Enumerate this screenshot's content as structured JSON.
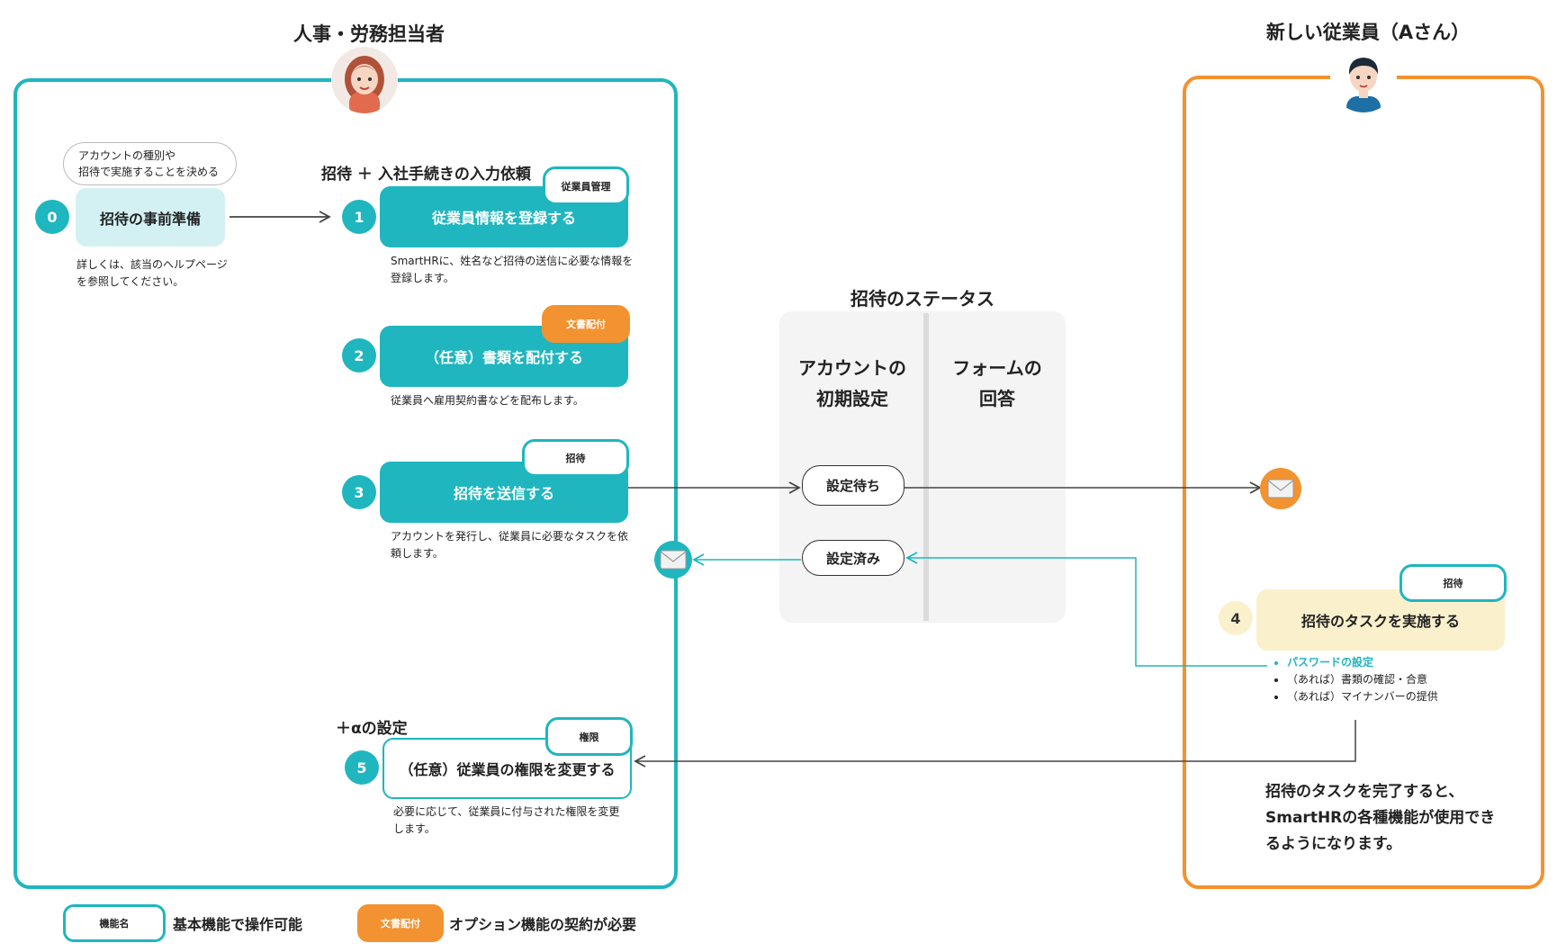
{
  "hr": {
    "title": "人事・労務担当者",
    "prep": {
      "number": "0",
      "bubble_line1": "アカウントの種別や",
      "bubble_line2": "招待で実施することを決める",
      "label": "招待の事前準備",
      "desc_line1": "詳しくは、該当のヘルプページ",
      "desc_line2": "を参照してください。"
    },
    "section1_title": "招待 ＋ 入社手続きの入力依頼",
    "steps": [
      {
        "number": "1",
        "label": "従業員情報を登録する",
        "tag": "従業員管理",
        "desc_line1": "SmartHRに、姓名など招待の送信に必要な情報を",
        "desc_line2": "登録します。"
      },
      {
        "number": "2",
        "label": "（任意）書類を配付する",
        "tag": "文書配付",
        "desc_line1": "従業員へ雇用契約書などを配布します。",
        "desc_line2": ""
      },
      {
        "number": "3",
        "label": "招待を送信する",
        "tag": "招待",
        "desc_line1": "アカウントを発行し、従業員に必要なタスクを依",
        "desc_line2": "頼します。"
      }
    ],
    "section2_title": "＋αの設定",
    "step5": {
      "number": "5",
      "label": "（任意）従業員の権限を変更する",
      "tag": "権限",
      "desc_line1": "必要に応じて、従業員に付与された権限を変更",
      "desc_line2": "します。"
    }
  },
  "status": {
    "title": "招待のステータス",
    "col1_line1": "アカウントの",
    "col1_line2": "初期設定",
    "col2_line1": "フォームの",
    "col2_line2": "回答",
    "pending": "設定待ち",
    "done": "設定済み"
  },
  "employee": {
    "title": "新しい従業員（Aさん）",
    "task": {
      "number": "4",
      "label": "招待のタスクを実施する",
      "tag": "招待"
    },
    "task_items": [
      "パスワードの設定",
      "（あれば）書類の確認・合意",
      "（あれば）マイナンバーの提供"
    ],
    "completion_line1": "招待のタスクを完了すると、",
    "completion_line2": "SmartHRの各種機能が使用でき",
    "completion_line3": "るようになります。"
  },
  "legend": {
    "basic_tag": "機能名",
    "basic_text": "基本機能で操作可能",
    "option_tag": "文書配付",
    "option_text": "オプション機能の契約が必要"
  },
  "colors": {
    "teal": "#1fb6bf",
    "orange": "#f39230",
    "light_teal": "#d3f1f3",
    "light_yellow": "#faf1cc",
    "gray_panel": "#f4f4f4"
  },
  "icons": [
    "hr-person-avatar",
    "employee-avatar",
    "mail-icon"
  ]
}
